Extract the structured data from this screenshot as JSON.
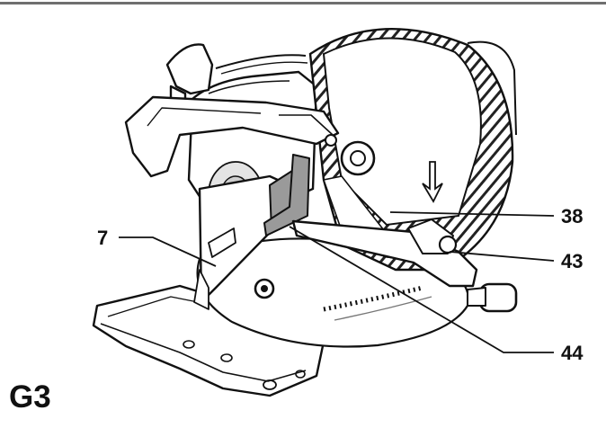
{
  "figure": {
    "label": "G3"
  },
  "callouts": [
    {
      "id": "c7",
      "number": "7"
    },
    {
      "id": "c38",
      "number": "38"
    },
    {
      "id": "c43",
      "number": "43"
    },
    {
      "id": "c44",
      "number": "44"
    }
  ],
  "colors": {
    "ink": "#111111",
    "shade": "#9a9a9a",
    "rule": "#6f6f6f"
  }
}
